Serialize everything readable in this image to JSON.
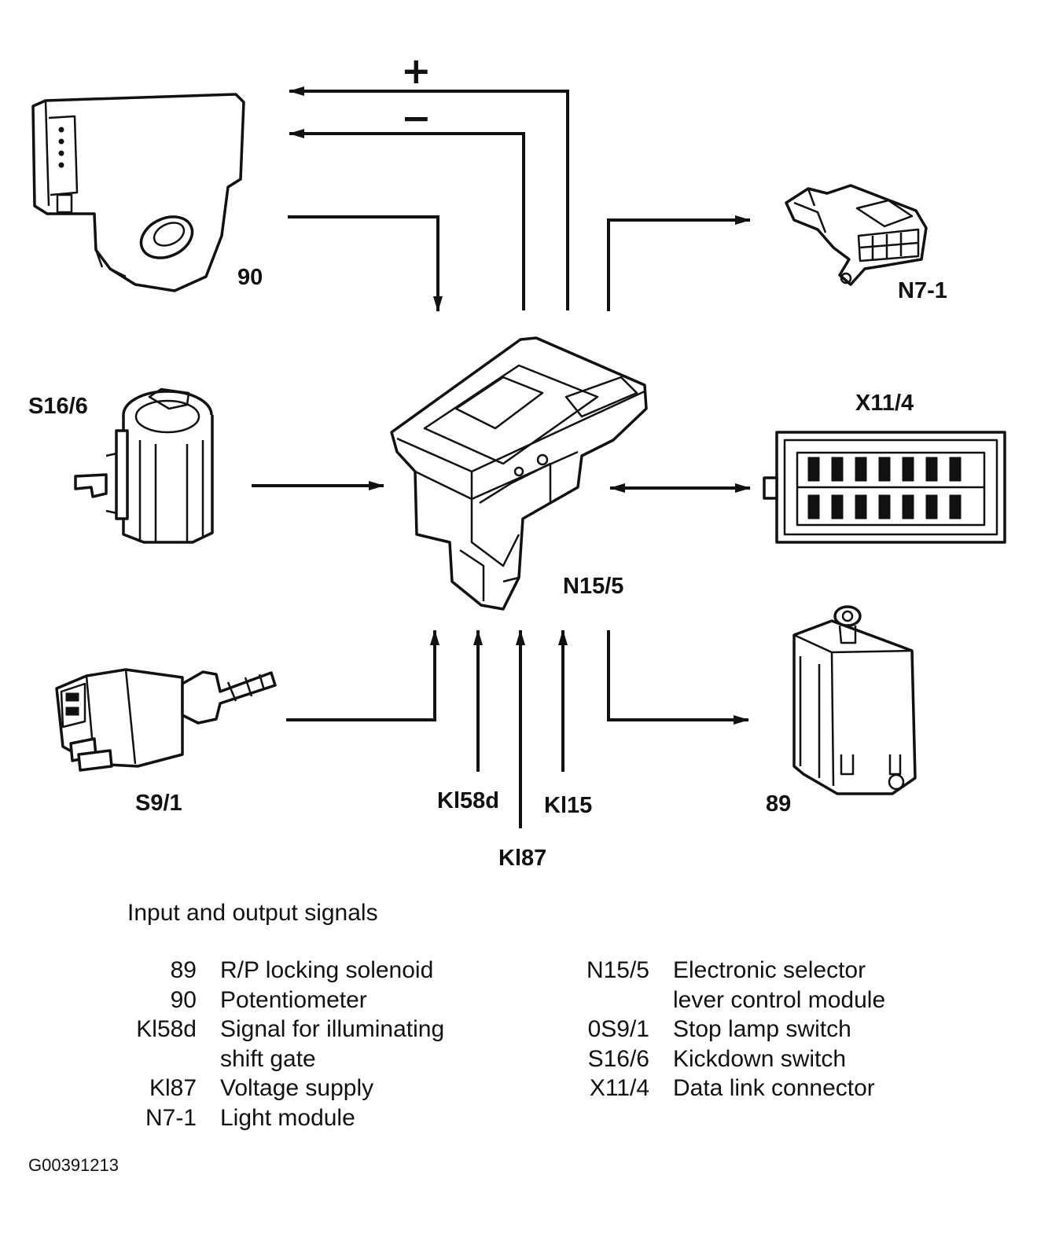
{
  "diagram": {
    "labels": {
      "potentiometer": "90",
      "light_module": "N7-1",
      "kickdown": "S16/6",
      "data_link": "X11/4",
      "control_module": "N15/5",
      "stop_lamp": "S9/1",
      "solenoid": "89",
      "kl58d": "Kl58d",
      "kl15": "Kl15",
      "kl87": "Kl87",
      "plus": "+",
      "minus": "−"
    }
  },
  "legend": {
    "title": "Input and output signals",
    "left": [
      {
        "code": "89",
        "desc": "R/P locking solenoid"
      },
      {
        "code": "90",
        "desc": "Potentiometer"
      },
      {
        "code": "Kl58d",
        "desc": "Signal for illuminating"
      },
      {
        "code": "",
        "desc": "shift gate"
      },
      {
        "code": "Kl87",
        "desc": "Voltage supply"
      },
      {
        "code": "N7-1",
        "desc": "Light module"
      }
    ],
    "right": [
      {
        "code": "N15/5",
        "desc": "Electronic selector"
      },
      {
        "code": "",
        "desc": "lever control module"
      },
      {
        "code": "0S9/1",
        "desc": "Stop lamp switch"
      },
      {
        "code": "S16/6",
        "desc": "Kickdown switch"
      },
      {
        "code": "X11/4",
        "desc": "Data link connector"
      }
    ]
  },
  "figure_id": "G00391213"
}
